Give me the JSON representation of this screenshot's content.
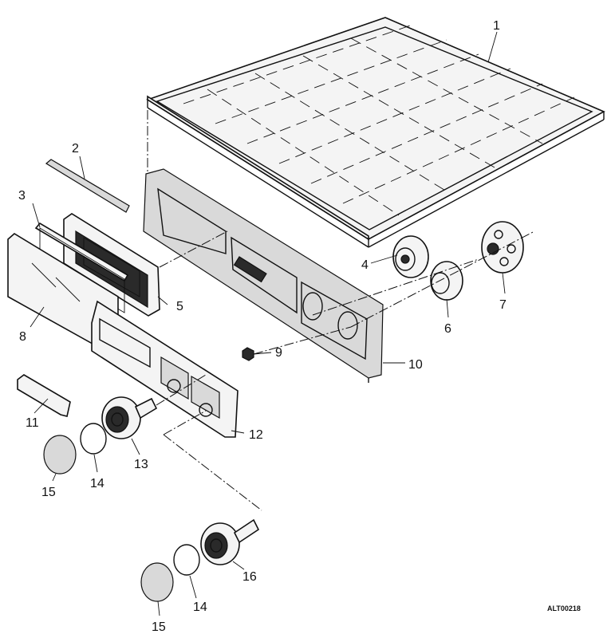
{
  "diagram": {
    "callouts": {
      "c1": "1",
      "c2": "2",
      "c3": "3",
      "c4": "4",
      "c5": "5",
      "c6": "6",
      "c7": "7",
      "c8": "8",
      "c9": "9",
      "c10": "10",
      "c11": "11",
      "c12": "12",
      "c13": "13",
      "c14a": "14",
      "c14b": "14",
      "c15a": "15",
      "c15b": "15",
      "c16": "16"
    },
    "figure_code": "ALT00218"
  }
}
